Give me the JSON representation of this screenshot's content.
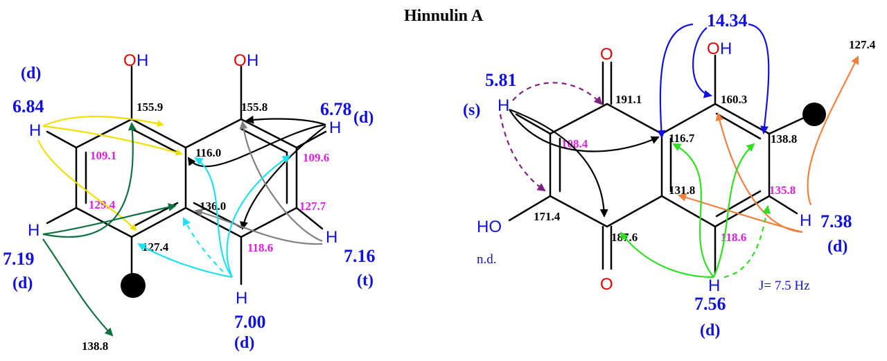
{
  "title": "Hinnulin A",
  "colors": {
    "h_label": "#1010e0",
    "c_black": "#000000",
    "c_magenta": "#e020e0",
    "atom_o": "#e00000",
    "atom_h": "#1010e0",
    "yellow": "#f0e000",
    "cyan": "#20e0f0",
    "darkgreen": "#107040",
    "grey": "#808080",
    "black": "#000000",
    "purple": "#802080",
    "blue": "#1010e0",
    "orange": "#f08040",
    "green": "#30e020"
  },
  "left": {
    "atoms": {
      "oh1_o": "O",
      "oh1_h": "H",
      "oh2_o": "O",
      "oh2_h": "H",
      "h_a": "H",
      "h_b": "H",
      "h_c": "H",
      "h_d": "H",
      "h_e": "H"
    },
    "c13_black": {
      "c1": "155.9",
      "c8": "155.8",
      "c8a": "116.0",
      "c4a": "136.0",
      "c4": "127.4",
      "ext": "138.8"
    },
    "c13_magenta": {
      "c2": "109.1",
      "c3": "129.4",
      "c7": "109.6",
      "c6": "127.7",
      "c5": "118.6"
    },
    "h_shifts": {
      "h684": "6.84",
      "h678": "6.78",
      "h719": "7.19",
      "h716": "7.16",
      "h700": "7.00"
    },
    "mults": {
      "h684": "(d)",
      "h678": "(d)",
      "h719": "(d)",
      "h716": "(t)",
      "h700": "(d)"
    }
  },
  "right": {
    "atoms": {
      "o1": "O",
      "o4": "O",
      "oh_o": "O",
      "oh_h": "H",
      "ho": "HO",
      "h3": "H",
      "h6": "H",
      "h7": "H"
    },
    "c13_black": {
      "c1": "191.1",
      "c8": "160.3",
      "c8a": "116.7",
      "c7": "138.8",
      "c4a": "131.8",
      "c2": "171.4",
      "c4": "187.6",
      "ext": "127.4"
    },
    "c13_magenta": {
      "c3": "108.4",
      "c6": "135.8",
      "c5": "118.6"
    },
    "h_shifts": {
      "h581": "5.81",
      "h1434": "14.34",
      "h738": "7.38",
      "h756": "7.56"
    },
    "mults": {
      "h581": "(s)",
      "h738": "(d)",
      "h756": "(d)"
    },
    "notes": {
      "nd": "n.d.",
      "j": "J= 7.5 Hz"
    }
  }
}
